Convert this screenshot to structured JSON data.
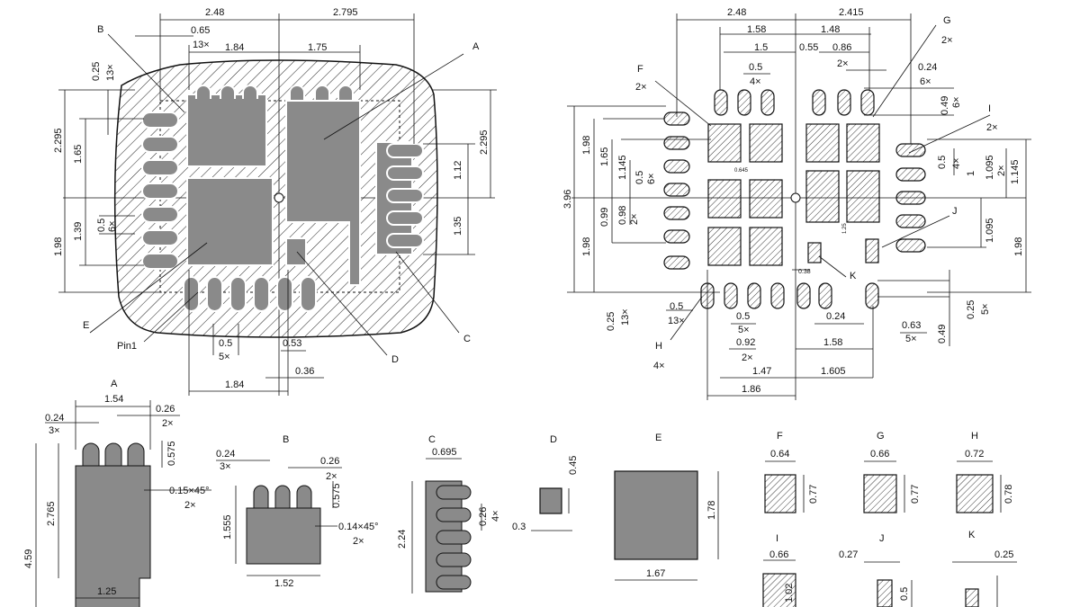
{
  "main_view": {
    "labels": {
      "a": "A",
      "b": "B",
      "c": "C",
      "d": "D",
      "e": "E",
      "pin1": "Pin1"
    },
    "dims": {
      "top_left": "2.48",
      "top_right": "2.795",
      "pitch_h": "0.65",
      "count_13": "13×",
      "w_184": "1.84",
      "w_175": "1.75",
      "lead_025": "0.25",
      "lead_13": "13×",
      "left_2295": "2.295",
      "left_165": "1.65",
      "left_198": "1.98",
      "left_139": "1.39",
      "left_05": "0.5",
      "left_6x": "6×",
      "right_2295": "2.295",
      "right_112": "1.12",
      "right_135": "1.35",
      "bot_05": "0.5",
      "bot_5x": "5×",
      "bot_053": "0.53",
      "bot_036": "0.36",
      "bot_184": "1.84"
    }
  },
  "stencil_view": {
    "labels": {
      "f": "F",
      "f2": "2×",
      "g": "G",
      "g2": "2×",
      "i": "I",
      "i2": "2×",
      "j": "J",
      "k": "K",
      "h": "H",
      "h4": "4×"
    },
    "dims": {
      "top_248": "2.48",
      "top_2415": "2.415",
      "top_158": "1.58",
      "top_148": "1.48",
      "top_15": "1.5",
      "top_055": "0.55",
      "top_086": "0.86",
      "top_2x": "2×",
      "top_05": "0.5",
      "top_4x": "4×",
      "top_024": "0.24",
      "top_6x": "6×",
      "right_049": "0.49",
      "right_6x": "6×",
      "left_396": "3.96",
      "left_198a": "1.98",
      "left_165": "1.65",
      "left_1145": "1.145",
      "left_05": "0.5",
      "left_6x": "6×",
      "left_099": "0.99",
      "left_098": "0.98",
      "left_2x": "2×",
      "left_198b": "1.98",
      "inner_0645": "0.645",
      "inner_125": "1.25",
      "inner_038": "0.38",
      "right_05": "0.5",
      "right_4x": "4×",
      "right_1": "1",
      "right_1095a": "1.095",
      "right_2x": "2×",
      "right_1145": "1.145",
      "right_1095b": "1.095",
      "right_198": "1.98",
      "right_025": "0.25",
      "right_5x": "5×",
      "right_049b": "0.49",
      "bot_05a": "0.5",
      "bot_13x": "13×",
      "bot_025": "0.25",
      "bot_13xb": "13×",
      "bot_05b": "0.5",
      "bot_5x": "5×",
      "bot_024": "0.24",
      "bot_063": "0.63",
      "bot_5xb": "5×",
      "bot_092": "0.92",
      "bot_158": "1.58",
      "bot_2x": "2×",
      "bot_147": "1.47",
      "bot_1605": "1.605",
      "bot_186": "1.86"
    }
  },
  "details": {
    "a": {
      "title": "A",
      "d154": "1.54",
      "d024": "0.24",
      "d3x": "3×",
      "d026": "0.26",
      "d2x": "2×",
      "d0575": "0.575",
      "d2765": "2.765",
      "d459": "4.59",
      "chamfer": "0.15×45°",
      "chamfer_n": "2×",
      "d125": "1.25"
    },
    "b": {
      "title": "B",
      "d024": "0.24",
      "d3x": "3×",
      "d026": "0.26",
      "d2x": "2×",
      "d0575": "0.575",
      "d1555": "1.555",
      "chamfer": "0.14×45°",
      "chamfer_n": "2×",
      "d152": "1.52"
    },
    "c": {
      "title": "C",
      "d0695": "0.695",
      "d224": "2.24",
      "d026": "0.26",
      "d4x": "4×"
    },
    "d": {
      "title": "D",
      "d045": "0.45",
      "d03": "0.3"
    },
    "e": {
      "title": "E",
      "d178": "1.78",
      "d167": "1.67"
    },
    "f": {
      "title": "F",
      "w": "0.64",
      "h": "0.77"
    },
    "g": {
      "title": "G",
      "w": "0.66",
      "h": "0.77"
    },
    "h": {
      "title": "H",
      "w": "0.72",
      "h": "0.78"
    },
    "i": {
      "title": "I",
      "w": "0.66",
      "h": "1.02"
    },
    "j": {
      "title": "J",
      "w": "0.27",
      "h": "0.5"
    },
    "k": {
      "title": "K",
      "w": "0.25"
    }
  }
}
